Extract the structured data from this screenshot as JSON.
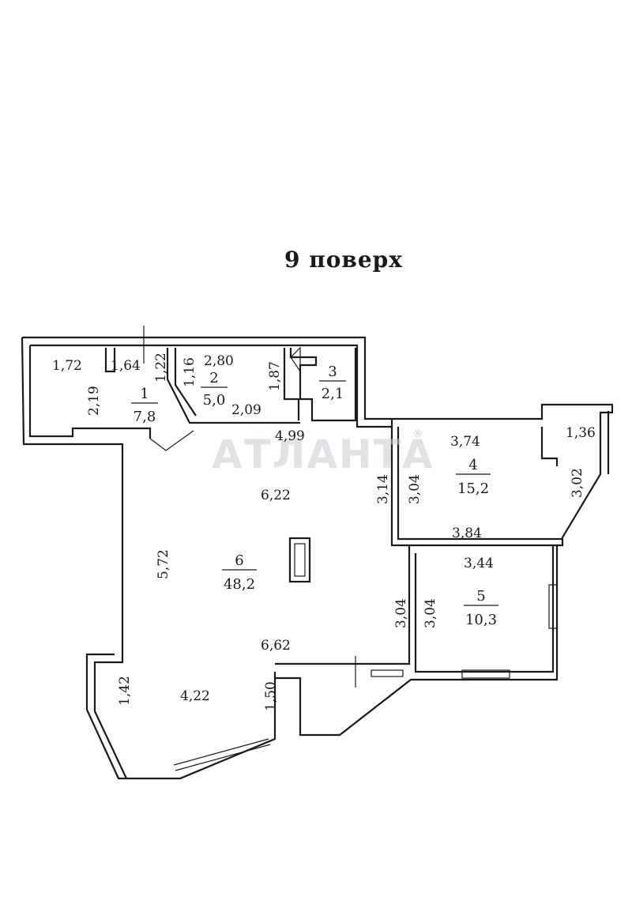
{
  "title": "9 поверх",
  "watermark": {
    "text": "АТЛАНТА",
    "mark": "®"
  },
  "rooms": [
    {
      "number": "1",
      "area": "7,8"
    },
    {
      "number": "2",
      "area": "5,0"
    },
    {
      "number": "3",
      "area": "2,1"
    },
    {
      "number": "4",
      "area": "15,2"
    },
    {
      "number": "5",
      "area": "10,3"
    },
    {
      "number": "6",
      "area": "48,2"
    }
  ],
  "dimensions": [
    "1,72",
    "1,64",
    "1,22",
    "2,19",
    "1,16",
    "2,80",
    "1,87",
    "2,09",
    "4,99",
    "6,22",
    "5,72",
    "3,14",
    "3,04",
    "3,74",
    "1,36",
    "3,02",
    "3,84",
    "3,44",
    "3,04",
    "3,04",
    "6,62",
    "1,42",
    "4,22",
    "1,50"
  ]
}
